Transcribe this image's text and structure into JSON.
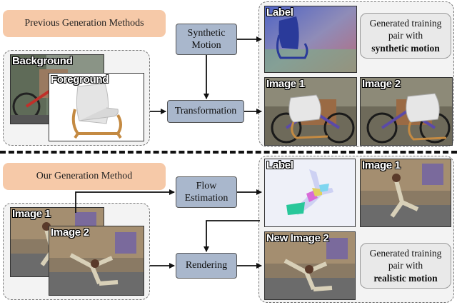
{
  "top": {
    "method_label": "Previous Generation Methods",
    "synthetic_motion": "Synthetic\nMotion",
    "transformation": "Transformation",
    "inputs": {
      "background": "Background",
      "foreground": "Foreground"
    },
    "outputs": {
      "label": "Label",
      "image1": "Image 1",
      "image2": "Image 2"
    },
    "caption": {
      "line1": "Generated training",
      "line2": "pair with",
      "emph": "synthetic motion"
    }
  },
  "bottom": {
    "method_label": "Our Generation Method",
    "flow_estimation": "Flow\nEstimation",
    "rendering": "Rendering",
    "inputs": {
      "image1": "Image 1",
      "image2": "Image 2"
    },
    "outputs": {
      "label": "Label",
      "image1": "Image 1",
      "new_image2": "New Image 2"
    },
    "caption": {
      "line1": "Generated training",
      "line2": "pair with",
      "emph": "realistic motion"
    }
  }
}
